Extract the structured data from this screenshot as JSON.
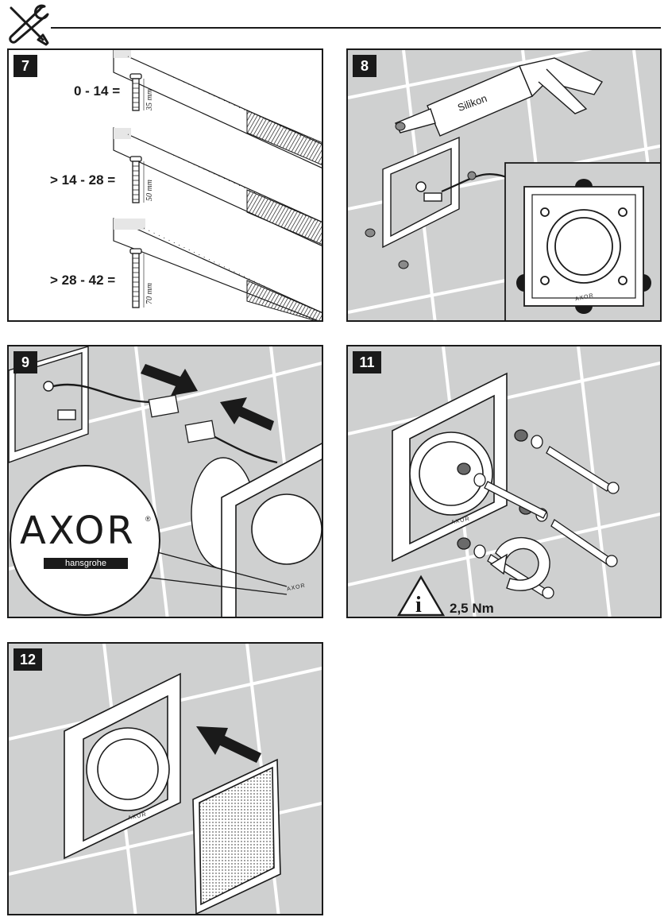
{
  "header": {
    "icon": "wrench-screwdriver-icon"
  },
  "colors": {
    "ink": "#1a1a1a",
    "wall": "#cfd0d0",
    "grout": "#ffffff",
    "paper": "#ffffff"
  },
  "steps": [
    {
      "number": "7",
      "ranges": [
        {
          "label": "0 - 14 =",
          "screw": "35 mm"
        },
        {
          "label": "> 14 - 28 =",
          "screw": "50 mm"
        },
        {
          "label": "> 28 - 42 =",
          "screw": "70 mm"
        }
      ]
    },
    {
      "number": "8",
      "sealant_label": "Silikon"
    },
    {
      "number": "9",
      "brand": "AXOR",
      "brand_mark": "®",
      "brand_sub": "hansgrohe"
    },
    {
      "number": "11",
      "torque": "2,5 Nm",
      "info_symbol": "i"
    },
    {
      "number": "12"
    }
  ],
  "small_brand": "AXOR"
}
